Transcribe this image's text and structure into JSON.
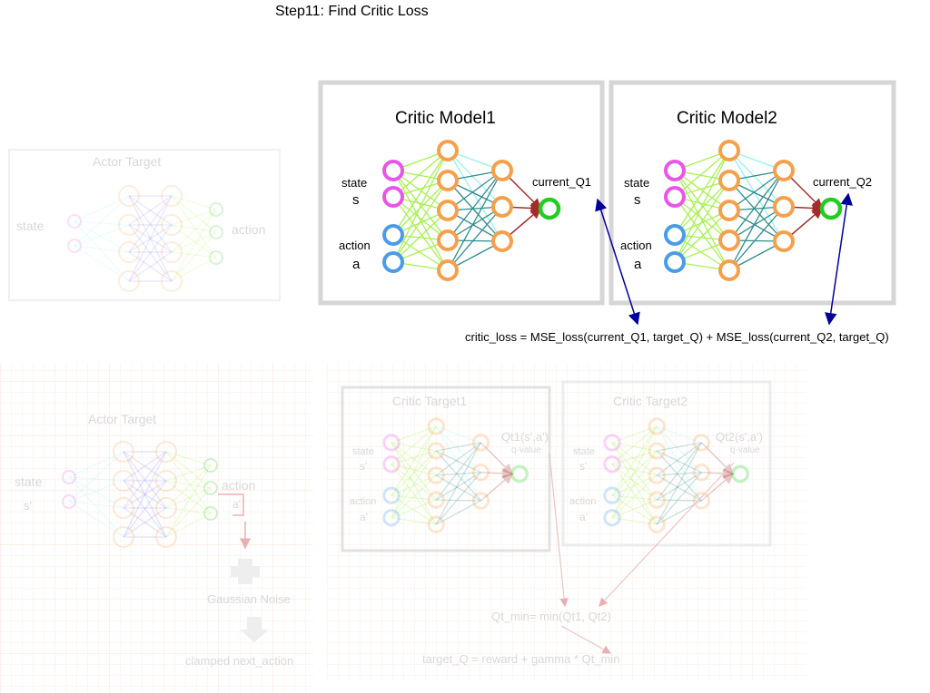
{
  "step_title": "Step11: Find Critic Loss",
  "critic1": {
    "title": "Critic Model1",
    "state_label": "state",
    "state_var": "s",
    "action_label": "action",
    "action_var": "a",
    "output": "current_Q1"
  },
  "critic2": {
    "title": "Critic Model2",
    "state_label": "state",
    "state_var": "s",
    "action_label": "action",
    "action_var": "a",
    "output": "current_Q2"
  },
  "loss_formula": "critic_loss = MSE_loss(current_Q1, target_Q) + MSE_loss(current_Q2, target_Q)",
  "faded_actor_target_top": {
    "title": "Actor Target",
    "input": "state",
    "output": "action"
  },
  "faded_actor_target_bottom": {
    "title": "Actor Target",
    "input": "state",
    "input_var": "s'",
    "output": "action",
    "output_var": "a'",
    "noise": "Gaussian Noise",
    "clamped": "clamped next_action"
  },
  "faded_critic_target1": {
    "title": "Critic Target1",
    "state_label": "state",
    "state_var": "s'",
    "action_label": "action",
    "action_var": "a'",
    "output": "Qt1(s',a')",
    "output_sub": "q-value"
  },
  "faded_critic_target2": {
    "title": "Critic Target2",
    "state_label": "state",
    "state_var": "s'",
    "action_label": "action",
    "action_var": "a'",
    "output": "Qt2(s',a')",
    "output_sub": "q-value"
  },
  "qt_min": "Qt_min= min(Qt1, Qt2)",
  "target_q": "target_Q = reward + gamma *  Qt_min",
  "colors": {
    "state_node": "#e855e8",
    "action_node": "#4a9be8",
    "hidden_node": "#f5a04a",
    "output_node": "#22cc22",
    "arrow_blue": "#000099",
    "arrow_red": "#a52a2a",
    "teal": "#2e8b8b",
    "lime": "#a8f050",
    "cyan": "#9af0f0",
    "box_border": "#d6d6d6"
  }
}
